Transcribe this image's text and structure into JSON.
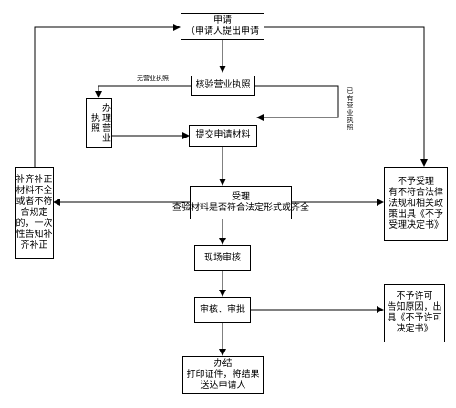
{
  "apply": {
    "l1": "申请",
    "l2": "（申请人提出申请"
  },
  "verify": {
    "label": "核验营业执照"
  },
  "license": {
    "label": "办理营业执照"
  },
  "submit": {
    "label": "提交申请材料"
  },
  "accept": {
    "l1": "受理",
    "l2": "查验材料是否符合法定形式或齐全"
  },
  "supplement": {
    "l1": "补齐补正",
    "l2": "材料不全",
    "l3": "或者不符",
    "l4": "合规定",
    "l5": "的，一次",
    "l6": "性告知补",
    "l7": "齐补正"
  },
  "reject": {
    "l1": "不予受理",
    "l2": "有不符合法律",
    "l3": "法规和相关政",
    "l4": "策出具《不予",
    "l5": "受理决定书》"
  },
  "onsite": {
    "label": "现场审核"
  },
  "review": {
    "label": "审核、审批"
  },
  "deny": {
    "l1": "不予许可",
    "l2": "告知原因，出",
    "l3": "具《不予许可",
    "l4": "决定书》"
  },
  "done": {
    "l1": "办结",
    "l2": "打印证件，将结果",
    "l3": "送达申请人"
  },
  "edges": {
    "no_license": "无营业执照",
    "has_license": "已有营业执照"
  }
}
